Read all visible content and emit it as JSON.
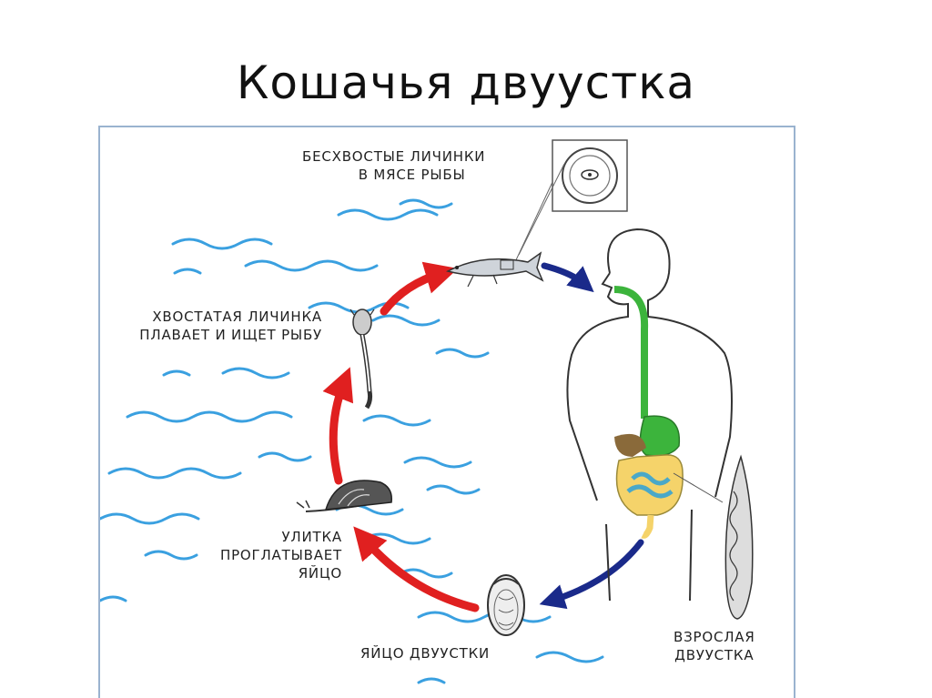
{
  "slide": {
    "title": "Кошачья двуустка"
  },
  "diagram": {
    "labels": {
      "tailless_larvae": [
        "БЕСХВОСТЫЕ ЛИЧИНКИ",
        "В МЯСЕ РЫБЫ"
      ],
      "tailed_larva": [
        "ХВОСТАТАЯ ЛИЧИНКА",
        "ПЛАВАЕТ И ИЩЕТ РЫБУ"
      ],
      "snail": [
        "УЛИТКА",
        "ПРОГЛАТЫВАЕТ",
        "ЯЙЦО"
      ],
      "egg": [
        "ЯЙЦО ДВУУСТКИ"
      ],
      "adult": [
        "ВЗРОСЛАЯ",
        "ДВУУСТКА"
      ]
    },
    "colors": {
      "water": "#3aa0e0",
      "red_arrow": "#e02020",
      "blue_arrow": "#1a2a8a",
      "frame": "#9ab3cf",
      "digestive_green": "#3cb43c",
      "intestine_yellow": "#f5d36a",
      "intestine_blue": "#4aa8c8",
      "liver_brown": "#8a6a3a"
    }
  }
}
